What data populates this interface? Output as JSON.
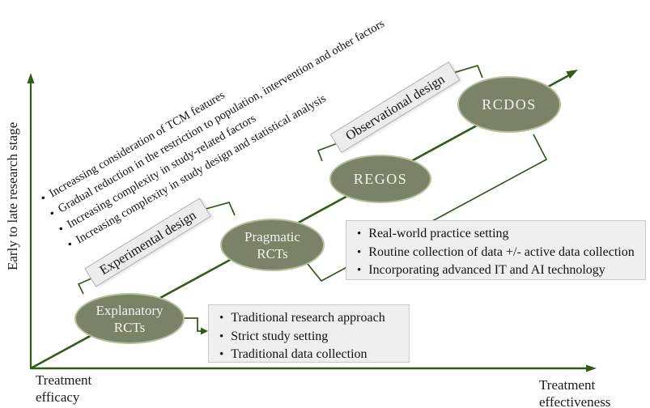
{
  "figure": {
    "axes": {
      "y_label": "Early to late research stage",
      "x_label_left": "Treatment efficacy",
      "x_label_right": "Treatment effectiveness"
    },
    "rotated_notes": [
      "Increassing consideration of TCM features",
      "Gradual reduction in the restriction to population, intervention and other factors",
      "Increasing complexity in study-related factors",
      "Increasing complexity in study design and statistical analysis"
    ],
    "design_labels": {
      "experimental": "Experimental design",
      "observational": "Observational design"
    },
    "stages": {
      "explanatory": "Explanatory RCTs",
      "pragmatic": "Pragmatic RCTs",
      "regos": "REGOS",
      "rcdos": "RCDOS"
    },
    "callouts": {
      "traditional": {
        "items": [
          "Traditional research approach",
          "Strict study setting",
          "Traditional data collection"
        ]
      },
      "realworld": {
        "items": [
          "Real-world practice setting",
          "Routine collection of data +/- active data collection",
          "Incorporating advanced IT and AI technology"
        ]
      }
    },
    "chars": {
      "bullet": "•"
    },
    "colors": {
      "line_green": "#2f5d17",
      "ellipse_fill": "#7a8368",
      "ellipse_border": "#b4c09a",
      "plate_bg": "#ececec",
      "callout_bg": "#efefef"
    }
  }
}
